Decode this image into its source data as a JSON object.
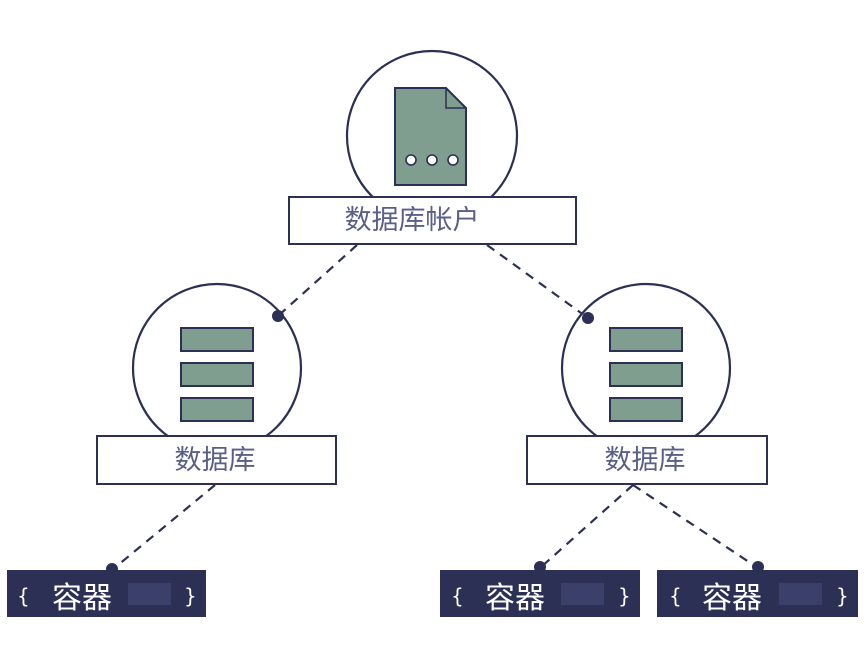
{
  "nodes": {
    "account": {
      "label": "数据库帐户"
    },
    "database_left": {
      "label": "数据库"
    },
    "database_right": {
      "label": "数据库"
    }
  },
  "containers": [
    {
      "brace_open": "{",
      "label": "容器",
      "brace_close": "}"
    },
    {
      "brace_open": "{",
      "label": "容器",
      "brace_close": "}"
    },
    {
      "brace_open": "{",
      "label": "容器",
      "brace_close": "}"
    }
  ],
  "colors": {
    "outline": "#2b3054",
    "fill_green": "#7f9e8f",
    "container_bg": "#2b3054",
    "text": "#5a5f86"
  }
}
